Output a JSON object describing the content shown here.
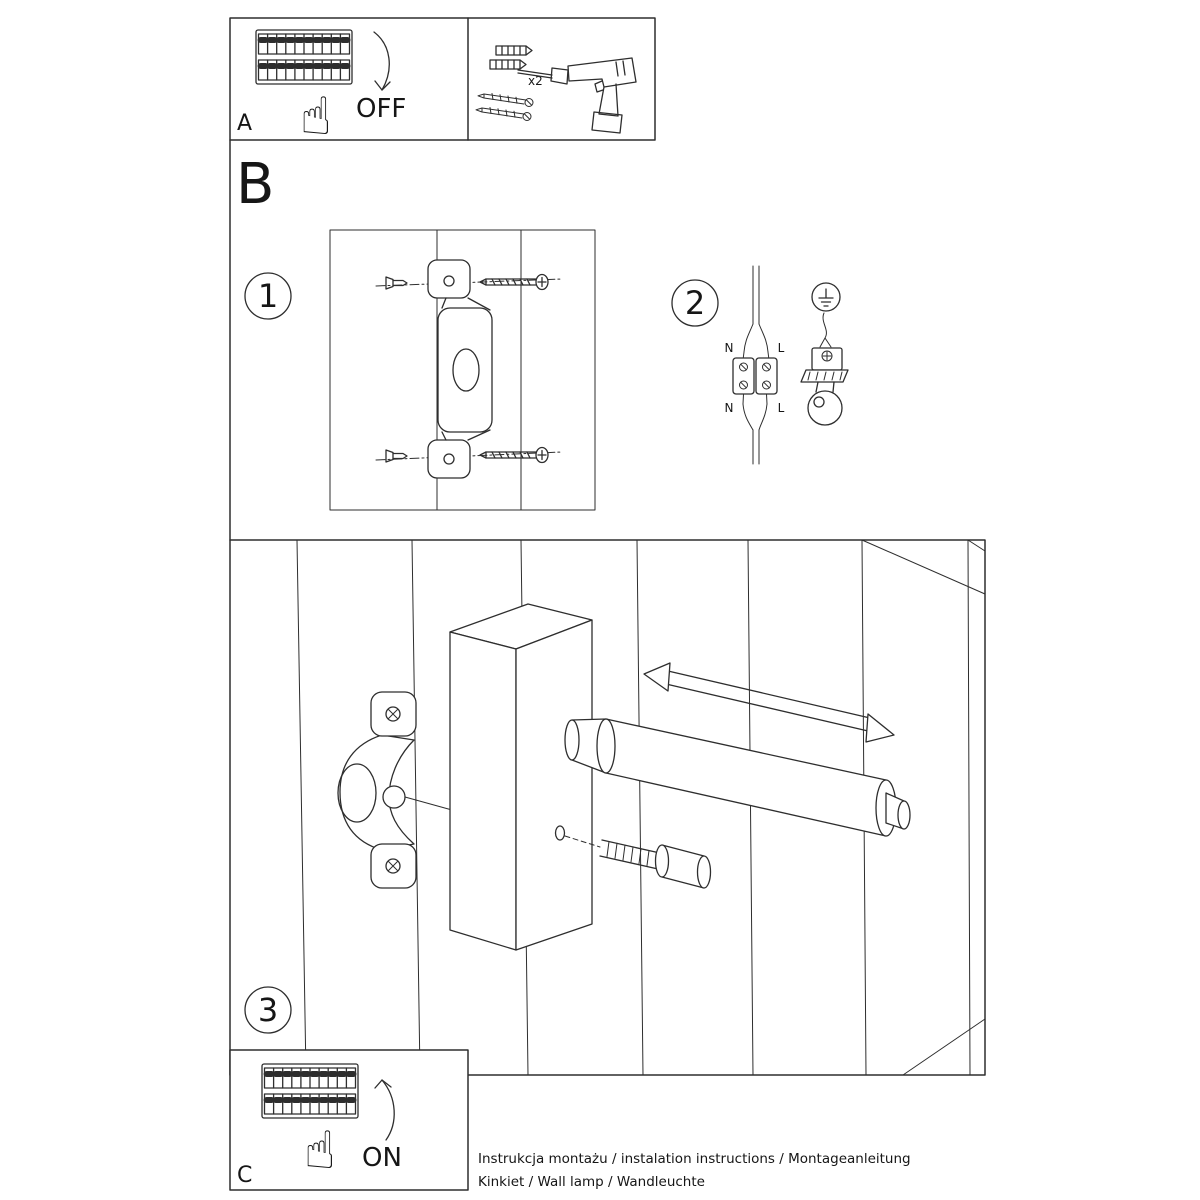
{
  "sheet": {
    "panel_a": {
      "label": "A",
      "switch_state": "OFF"
    },
    "section_b": {
      "label": "B"
    },
    "steps": {
      "one": "1",
      "two": "2",
      "three": "3"
    },
    "tools": {
      "anchor_quantity": "x2"
    },
    "wiring": {
      "neutral": "N",
      "line": "L"
    },
    "panel_c": {
      "label": "C",
      "switch_state": "ON"
    },
    "footer": {
      "line1": "Instrukcja montażu / instalation instructions / Montageanleitung",
      "line2": "Kinkiet / Wall lamp / Wandleuchte"
    },
    "icons": {
      "hand": "☝"
    }
  }
}
